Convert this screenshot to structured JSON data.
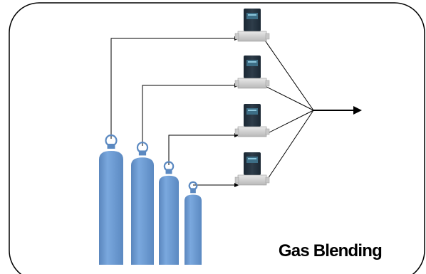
{
  "diagram": {
    "caption": "Gas Blending",
    "colors": {
      "cylinder": "#6d9dd6",
      "cylinder_dark": "#5a86bd",
      "line": "#000000",
      "border": "#000000"
    },
    "cylinder_count": 4,
    "controller_count": 4,
    "flow_direction": "right"
  }
}
